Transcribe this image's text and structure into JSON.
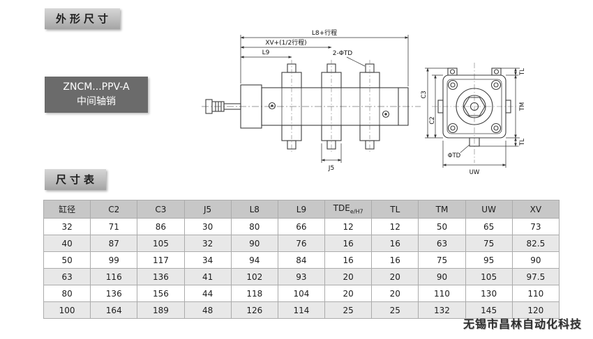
{
  "page": {
    "section_outline_title": "外形尺寸",
    "section_table_title": "尺寸表",
    "model": {
      "line1": "ZNCM...PPV-A",
      "line2": "中间轴销"
    },
    "watermark": "无锡市昌林自动化科技"
  },
  "drawing": {
    "dims": {
      "l8_stroke": "L8+行程",
      "xv_half_stroke": "XV+(1/2行程)",
      "l9": "L9",
      "two_td": "2-ΦTD",
      "j5": "J5",
      "c3": "C3",
      "c2": "C2",
      "tl_top": "TL",
      "tm": "TM",
      "tl_bottom": "TL",
      "td": "ΦTD",
      "uw": "UW"
    }
  },
  "table": {
    "headers": [
      "缸径",
      "C2",
      "C3",
      "J5",
      "L8",
      "L9",
      {
        "main": "TDE",
        "sub": "e/H7"
      },
      "TL",
      "TM",
      "UW",
      "XV"
    ],
    "rows": [
      [
        "32",
        "71",
        "86",
        "30",
        "80",
        "66",
        "12",
        "12",
        "50",
        "65",
        "73"
      ],
      [
        "40",
        "87",
        "105",
        "32",
        "90",
        "76",
        "16",
        "16",
        "63",
        "75",
        "82.5"
      ],
      [
        "50",
        "99",
        "117",
        "34",
        "94",
        "84",
        "16",
        "16",
        "75",
        "95",
        "90"
      ],
      [
        "63",
        "116",
        "136",
        "41",
        "102",
        "93",
        "20",
        "20",
        "90",
        "105",
        "97.5"
      ],
      [
        "80",
        "136",
        "156",
        "44",
        "118",
        "104",
        "20",
        "20",
        "110",
        "130",
        "110"
      ],
      [
        "100",
        "164",
        "189",
        "48",
        "126",
        "114",
        "25",
        "25",
        "132",
        "145",
        "120"
      ]
    ]
  }
}
